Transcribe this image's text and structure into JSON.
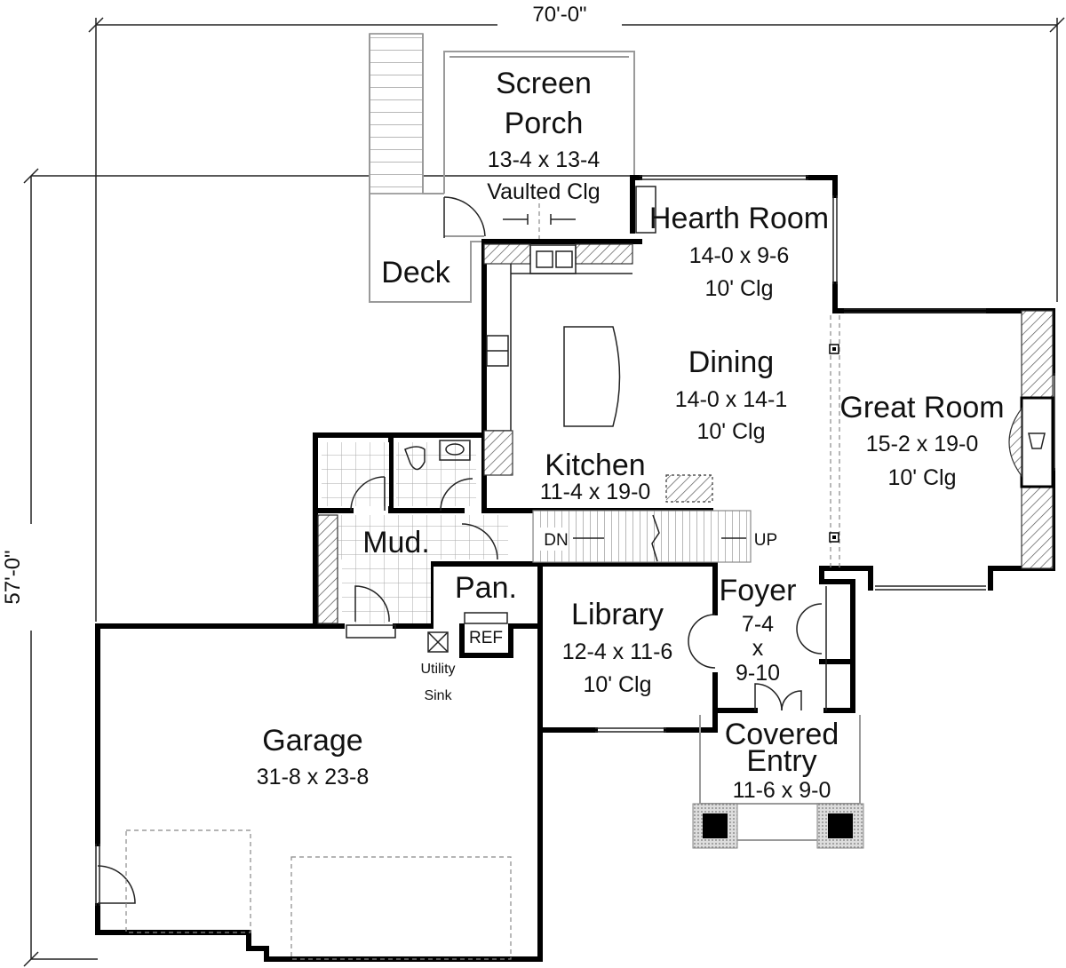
{
  "plan": {
    "overall_width": "70'-0\"",
    "overall_depth": "57'-0\"",
    "rooms": {
      "screen_porch": {
        "name_line1": "Screen",
        "name_line2": "Porch",
        "size": "13-4 x 13-4",
        "ceiling": "Vaulted Clg"
      },
      "deck": {
        "name": "Deck"
      },
      "hearth_room": {
        "name": "Hearth Room",
        "size": "14-0 x 9-6",
        "ceiling": "10' Clg"
      },
      "dining": {
        "name": "Dining",
        "size": "14-0 x 14-1",
        "ceiling": "10' Clg"
      },
      "great_room": {
        "name": "Great Room",
        "size": "15-2 x 19-0",
        "ceiling": "10' Clg"
      },
      "kitchen": {
        "name": "Kitchen",
        "size": "11-4 x 19-0"
      },
      "mud": {
        "name": "Mud."
      },
      "pantry": {
        "name": "Pan."
      },
      "library": {
        "name": "Library",
        "size": "12-4 x 11-6",
        "ceiling": "10' Clg"
      },
      "foyer": {
        "name": "Foyer",
        "size_line1": "7-4",
        "size_line2": "x",
        "size_line3": "9-10"
      },
      "covered_entry": {
        "name_line1": "Covered",
        "name_line2": "Entry",
        "size": "11-6 x 9-0"
      },
      "garage": {
        "name": "Garage",
        "size": "31-8 x 23-8"
      }
    },
    "annotations": {
      "ref": "REF",
      "utility_line1": "Utility",
      "utility_line2": "Sink",
      "stair_down": "DN",
      "stair_up": "UP"
    }
  }
}
